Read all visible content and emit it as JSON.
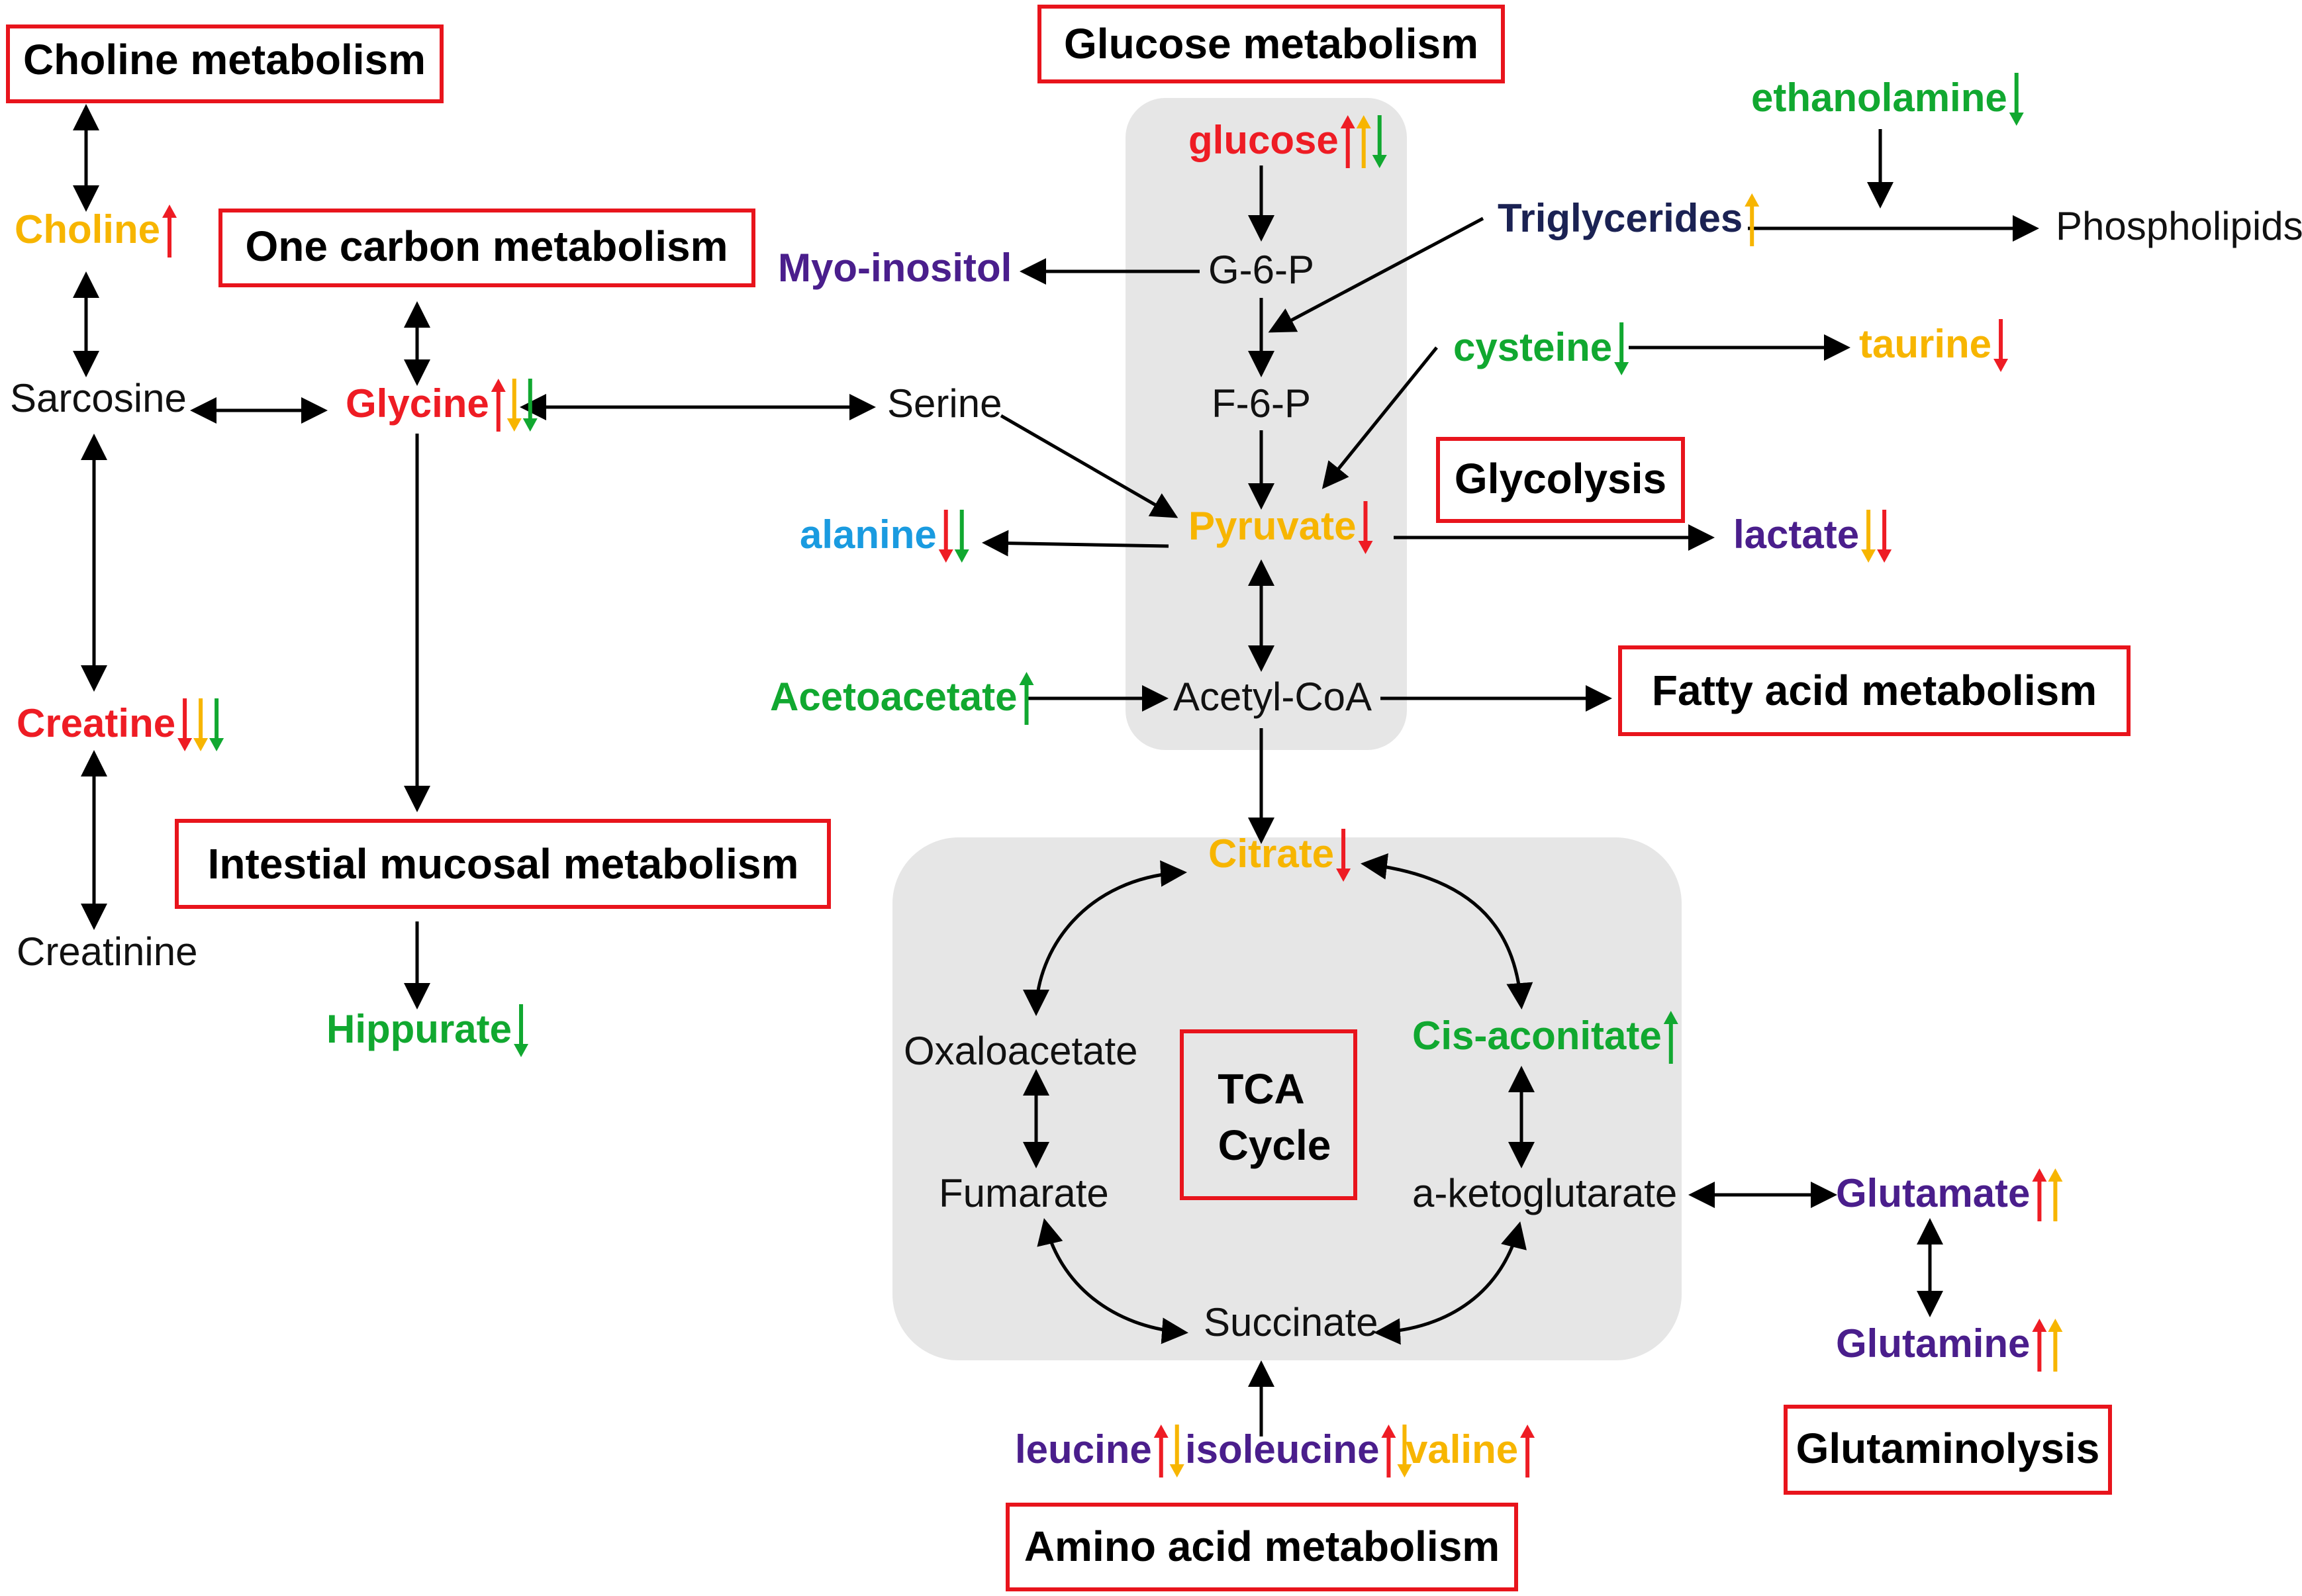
{
  "colors": {
    "red": "#ee1c24",
    "orange": "#f7b500",
    "green": "#11a830",
    "purple": "#4a1e8c",
    "navy": "#1b2253",
    "blue": "#1a9be0",
    "black": "#111111",
    "region_fill": "#e6e6e6",
    "box_border": "#e8141c"
  },
  "boxes": {
    "choline_metabolism": "Choline metabolism",
    "glucose_metabolism": "Glucose metabolism",
    "one_carbon_metabolism": "One carbon metabolism",
    "glycolysis": "Glycolysis",
    "fatty_acid_metabolism": "Fatty acid metabolism",
    "intestinal_mucosal_metabolism": "Intestial mucosal metabolism",
    "tca_cycle_line1": "TCA",
    "tca_cycle_line2": "Cycle",
    "glutaminolysis": "Glutaminolysis",
    "amino_acid_metabolism": "Amino acid metabolism"
  },
  "metabolites": {
    "glucose": {
      "label": "glucose",
      "color": "red",
      "changes": [
        {
          "dir": "up",
          "color": "red"
        },
        {
          "dir": "up",
          "color": "orange"
        },
        {
          "dir": "down",
          "color": "green"
        }
      ]
    },
    "g6p": {
      "label": "G-6-P",
      "color": "black",
      "changes": []
    },
    "f6p": {
      "label": "F-6-P",
      "color": "black",
      "changes": []
    },
    "pyruvate": {
      "label": "Pyruvate",
      "color": "orange",
      "changes": [
        {
          "dir": "down",
          "color": "red"
        }
      ]
    },
    "acetyl_coa": {
      "label": "Acetyl-CoA",
      "color": "black",
      "changes": []
    },
    "ethanolamine": {
      "label": "ethanolamine",
      "color": "green",
      "changes": [
        {
          "dir": "down",
          "color": "green"
        }
      ]
    },
    "triglycerides": {
      "label": "Triglycerides",
      "color": "navy",
      "changes": [
        {
          "dir": "up",
          "color": "orange"
        }
      ]
    },
    "phospholipids": {
      "label": "Phospholipids",
      "color": "black",
      "changes": []
    },
    "myo_inositol": {
      "label": "Myo-inositol",
      "color": "purple",
      "changes": []
    },
    "cysteine": {
      "label": "cysteine",
      "color": "green",
      "changes": [
        {
          "dir": "down",
          "color": "green"
        }
      ]
    },
    "taurine": {
      "label": "taurine",
      "color": "orange",
      "changes": [
        {
          "dir": "down",
          "color": "red"
        }
      ]
    },
    "choline": {
      "label": "Choline",
      "color": "orange",
      "changes": [
        {
          "dir": "up",
          "color": "red"
        }
      ]
    },
    "sarcosine": {
      "label": "Sarcosine",
      "color": "black",
      "changes": []
    },
    "glycine": {
      "label": "Glycine",
      "color": "red",
      "changes": [
        {
          "dir": "up",
          "color": "red"
        },
        {
          "dir": "down",
          "color": "orange"
        },
        {
          "dir": "down",
          "color": "green"
        }
      ]
    },
    "serine": {
      "label": "Serine",
      "color": "black",
      "changes": []
    },
    "alanine": {
      "label": "alanine",
      "color": "blue",
      "changes": [
        {
          "dir": "down",
          "color": "red"
        },
        {
          "dir": "down",
          "color": "green"
        }
      ]
    },
    "lactate": {
      "label": "lactate",
      "color": "purple",
      "changes": [
        {
          "dir": "down",
          "color": "orange"
        },
        {
          "dir": "down",
          "color": "red"
        }
      ]
    },
    "acetoacetate": {
      "label": "Acetoacetate",
      "color": "green",
      "changes": [
        {
          "dir": "up",
          "color": "green"
        }
      ]
    },
    "creatine": {
      "label": "Creatine",
      "color": "red",
      "changes": [
        {
          "dir": "down",
          "color": "red"
        },
        {
          "dir": "down",
          "color": "orange"
        },
        {
          "dir": "down",
          "color": "green"
        }
      ]
    },
    "creatinine": {
      "label": "Creatinine",
      "color": "black",
      "changes": []
    },
    "hippurate": {
      "label": "Hippurate",
      "color": "green",
      "changes": [
        {
          "dir": "down",
          "color": "green"
        }
      ]
    },
    "citrate": {
      "label": "Citrate",
      "color": "orange",
      "changes": [
        {
          "dir": "down",
          "color": "red"
        }
      ]
    },
    "cis_aconitate": {
      "label": "Cis-aconitate",
      "color": "green",
      "changes": [
        {
          "dir": "up",
          "color": "green"
        }
      ]
    },
    "oxaloacetate": {
      "label": "Oxaloacetate",
      "color": "black",
      "changes": []
    },
    "fumarate": {
      "label": "Fumarate",
      "color": "black",
      "changes": []
    },
    "a_ketoglutarate": {
      "label": "a-ketoglutarate",
      "color": "black",
      "changes": []
    },
    "succinate": {
      "label": "Succinate",
      "color": "black",
      "changes": []
    },
    "glutamate": {
      "label": "Glutamate",
      "color": "purple",
      "changes": [
        {
          "dir": "up",
          "color": "red"
        },
        {
          "dir": "up",
          "color": "orange"
        }
      ]
    },
    "glutamine": {
      "label": "Glutamine",
      "color": "purple",
      "changes": [
        {
          "dir": "up",
          "color": "red"
        },
        {
          "dir": "up",
          "color": "orange"
        }
      ]
    },
    "leucine": {
      "label": "leucine",
      "color": "purple",
      "changes": [
        {
          "dir": "up",
          "color": "red"
        },
        {
          "dir": "down",
          "color": "orange"
        }
      ]
    },
    "isoleucine": {
      "label": "isoleucine",
      "color": "purple",
      "changes": [
        {
          "dir": "up",
          "color": "red"
        },
        {
          "dir": "down",
          "color": "orange"
        }
      ]
    },
    "valine": {
      "label": "valine",
      "color": "orange",
      "changes": [
        {
          "dir": "up",
          "color": "red"
        }
      ]
    }
  }
}
